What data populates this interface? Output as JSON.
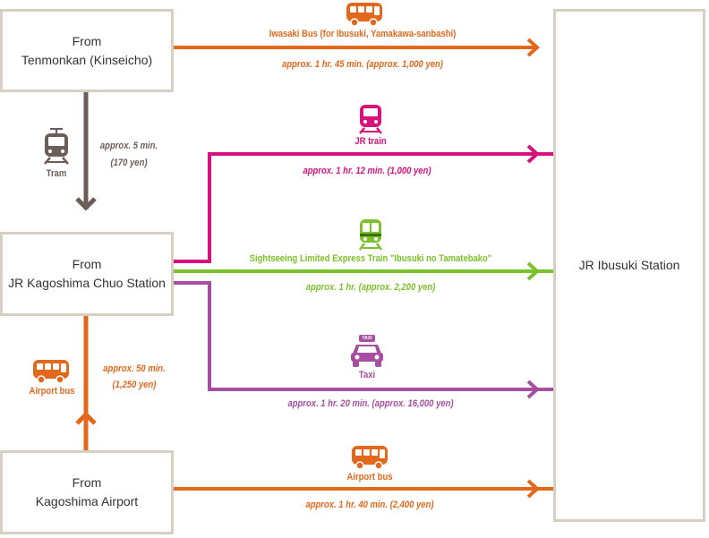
{
  "origins": {
    "tenmonkan": {
      "line1": "From",
      "line2": "Tenmonkan (Kinseicho)"
    },
    "kagoshima_chuo": {
      "line1": "From",
      "line2": "JR Kagoshima Chuo Station"
    },
    "airport": {
      "line1": "From",
      "line2": "Kagoshima Airport"
    }
  },
  "destination": {
    "label": "JR Ibusuki Station"
  },
  "transfers": {
    "tram": {
      "mode": "Tram",
      "time": "approx. 5 min.",
      "fare": "(170 yen)",
      "color": "#6b5d57",
      "icon": "tram-icon"
    },
    "airport_bus": {
      "mode": "Airport bus",
      "time": "approx. 50 min.",
      "fare": "(1,250 yen)",
      "color": "#e3681c",
      "icon": "bus-icon"
    }
  },
  "routes": {
    "iwasaki_bus": {
      "mode": "Iwasaki Bus (for Ibusuki, Yamakawa-sanbashi)",
      "detail": "approx. 1 hr. 45 min. (approx. 1,000 yen)",
      "color": "#e3681c",
      "icon": "bus-icon"
    },
    "jr_train": {
      "mode": "JR train",
      "detail": "approx. 1 hr. 12 min. (1,000 yen)",
      "color": "#d6127c",
      "icon": "train-icon"
    },
    "limited_express": {
      "mode": "Sightseeing Limited Express Train \"Ibusuki no Tamatebako\"",
      "detail": "approx. 1 hr. (approx. 2,200 yen)",
      "color": "#7cc12b",
      "icon": "express-train-icon"
    },
    "taxi": {
      "mode": "Taxi",
      "detail": "approx. 1 hr. 20 min. (approx. 16,000 yen)",
      "color": "#a64fa0",
      "icon": "taxi-icon",
      "sign": "TAXI"
    },
    "airport_bus": {
      "mode": "Airport bus",
      "detail": "approx. 1 hr. 40 min. (2,400 yen)",
      "color": "#e3681c",
      "icon": "bus-icon"
    }
  }
}
